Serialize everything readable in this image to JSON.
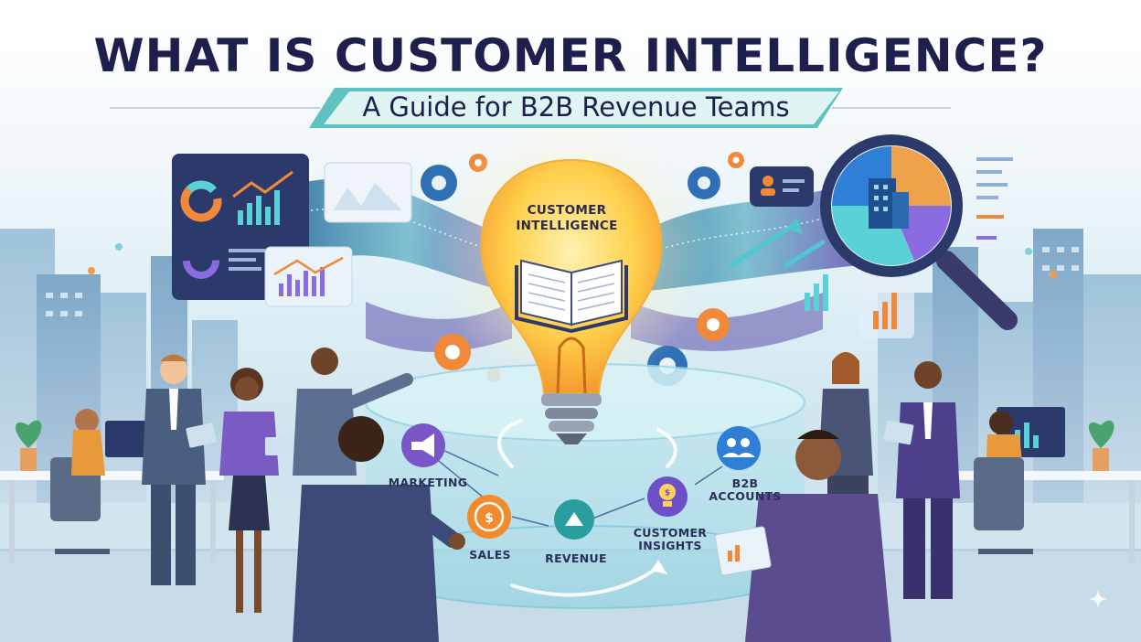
{
  "title": "WHAT IS CUSTOMER INTELLIGENCE?",
  "subtitle": "A Guide for B2B Revenue Teams",
  "bulb_label_line1": "CUSTOMER",
  "bulb_label_line2": "INTELLIGENCE",
  "nodes": {
    "marketing": "MARKETING",
    "sales": "SALES",
    "revenue": "REVENUE",
    "customer_insights_line1": "CUSTOMER",
    "customer_insights_line2": "INSIGHTS",
    "b2b_accounts_line1": "B2B",
    "b2b_accounts_line2": "ACCOUNTS"
  },
  "icons": {
    "marketing": "megaphone-icon",
    "sales": "dollar-coin-icon",
    "revenue": "revenue-arrows-icon",
    "customer_insights": "lightbulb-dollar-icon",
    "b2b_accounts": "people-icon",
    "magnifier": "magnifying-glass-icon",
    "corner": "sparkle-icon"
  },
  "colors": {
    "title": "#1d1f4d",
    "subtitle_band": "#5fc2c0",
    "bulb": "#ffcf4a",
    "purple": "#6c4fc9",
    "orange": "#f08a2c",
    "teal": "#2a9d9f",
    "blue": "#2f7fd6"
  }
}
